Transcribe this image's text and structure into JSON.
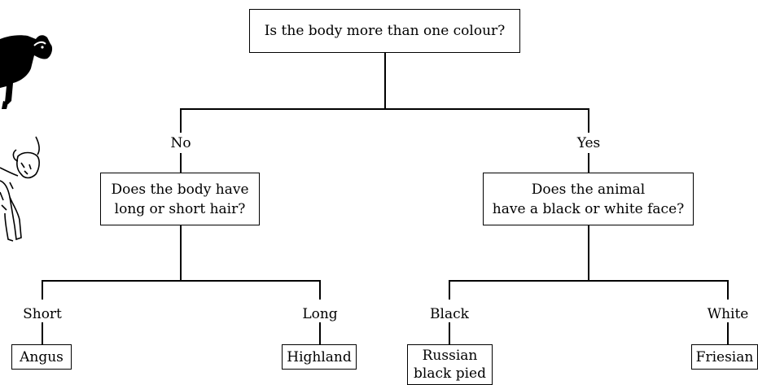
{
  "root_question": "Is the body more than one colour?",
  "left": {
    "branch_label": "No",
    "question": "Does the body have\nlong or short hair?",
    "children": [
      {
        "branch_label": "Short",
        "result": "Angus"
      },
      {
        "branch_label": "Long",
        "result": "Highland"
      }
    ]
  },
  "right": {
    "branch_label": "Yes",
    "question": "Does the animal\nhave a black or white face?",
    "children": [
      {
        "branch_label": "Black",
        "result": "Russian\nblack pied"
      },
      {
        "branch_label": "White",
        "result": "Friesian"
      }
    ]
  },
  "illustrations": [
    {
      "icon": "black-cow-illustration-icon",
      "color": "#000000"
    },
    {
      "icon": "highland-cow-illustration-icon",
      "color": "#000000"
    }
  ]
}
